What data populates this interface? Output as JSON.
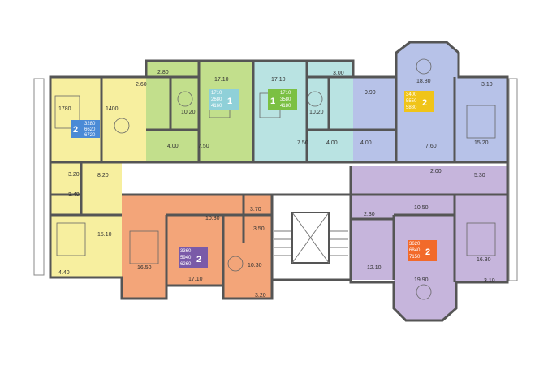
{
  "colors": {
    "yellow": "#f7ef9f",
    "green": "#c2df8c",
    "cyan": "#b9e3e2",
    "blue": "#b7c2e8",
    "orange": "#f3a579",
    "purple": "#c6b5dc",
    "corridor": "#ffffff",
    "wall": "#555555"
  },
  "apartments": [
    {
      "id": "yellow",
      "rooms": "2",
      "areas": [
        "3280",
        "6620",
        "6720"
      ],
      "badge_color": "#4a8ad6"
    },
    {
      "id": "green",
      "rooms": "1",
      "areas": [
        "1710",
        "2680",
        "4160"
      ],
      "badge_color": "#8fd0d8"
    },
    {
      "id": "cyan",
      "rooms": "1",
      "areas": [
        "1710",
        "3580",
        "4180"
      ],
      "badge_color": "#7bc043"
    },
    {
      "id": "blue",
      "rooms": "2",
      "areas": [
        "3400",
        "5550",
        "5880"
      ],
      "badge_color": "#f0c419"
    },
    {
      "id": "orange",
      "rooms": "2",
      "areas": [
        "3360",
        "5940",
        "6260"
      ],
      "badge_color": "#7a5aa8"
    },
    {
      "id": "purple",
      "rooms": "2",
      "areas": [
        "3620",
        "6840",
        "7150"
      ],
      "badge_color": "#f26a2a"
    }
  ],
  "room_areas": {
    "y_1780": "1780",
    "y_1400": "1400",
    "y_260": "2.60",
    "y_820": "8.20",
    "y_320": "3.20",
    "y_340": "3.40",
    "y_1510": "15.10",
    "y_440": "4.40",
    "g_280": "2.80",
    "g_1710": "17.10",
    "g_1020": "10.20",
    "g_400": "4.00",
    "g_750": "7.50",
    "c_1710": "17.10",
    "c_1020": "10.20",
    "c_750": "7.50",
    "c_400": "4.00",
    "c_300": "3.00",
    "b_990": "9.90",
    "b_1880": "18.80",
    "b_310": "3.10",
    "b_400": "4.00",
    "b_760": "7.60",
    "b_1520": "15.20",
    "o_1030": "10.30",
    "o_370": "3.70",
    "o_350": "3.50",
    "o_1650": "16.50",
    "o_1030b": "10.30",
    "o_1710": "17.10",
    "o_320": "3.20",
    "p_200": "2.00",
    "p_530": "5.30",
    "p_230": "2.30",
    "p_1050": "10.50",
    "p_1210": "12.10",
    "p_1630": "16.30",
    "p_1990": "19.90",
    "p_310": "3.10"
  }
}
